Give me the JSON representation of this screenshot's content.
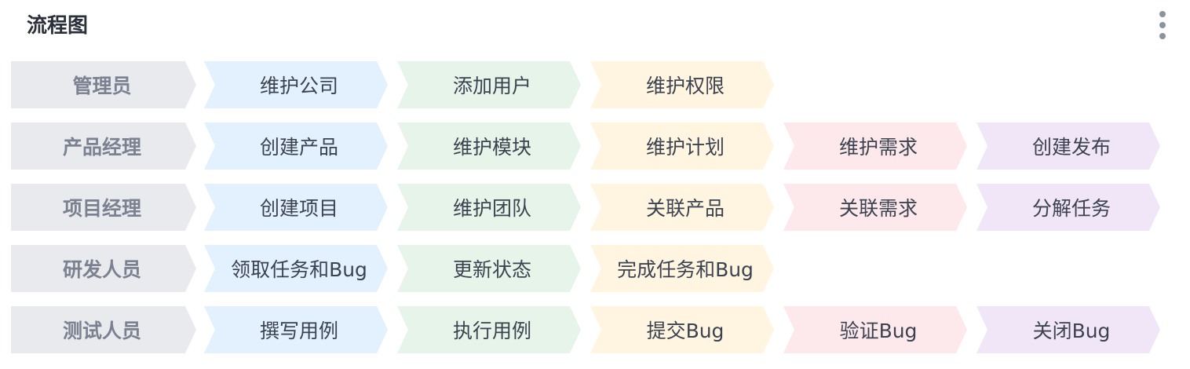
{
  "header": {
    "title": "流程图",
    "more_icon": "more-vertical-icon"
  },
  "flow": {
    "rows": [
      {
        "role": "管理员",
        "steps": [
          "维护公司",
          "添加用户",
          "维护权限"
        ]
      },
      {
        "role": "产品经理",
        "steps": [
          "创建产品",
          "维护模块",
          "维护计划",
          "维护需求",
          "创建发布"
        ]
      },
      {
        "role": "项目经理",
        "steps": [
          "创建项目",
          "维护团队",
          "关联产品",
          "关联需求",
          "分解任务"
        ]
      },
      {
        "role": "研发人员",
        "steps": [
          "领取任务和Bug",
          "更新状态",
          "完成任务和Bug"
        ]
      },
      {
        "role": "测试人员",
        "steps": [
          "撰写用例",
          "执行用例",
          "提交Bug",
          "验证Bug",
          "关闭Bug"
        ]
      }
    ]
  },
  "colors": {
    "role_bg": "#e8eaee",
    "step_1": "#e3f0fd",
    "step_2": "#e7f4ea",
    "step_3": "#fff5e1",
    "step_4": "#fde8ec",
    "step_5": "#f1e6f8"
  }
}
